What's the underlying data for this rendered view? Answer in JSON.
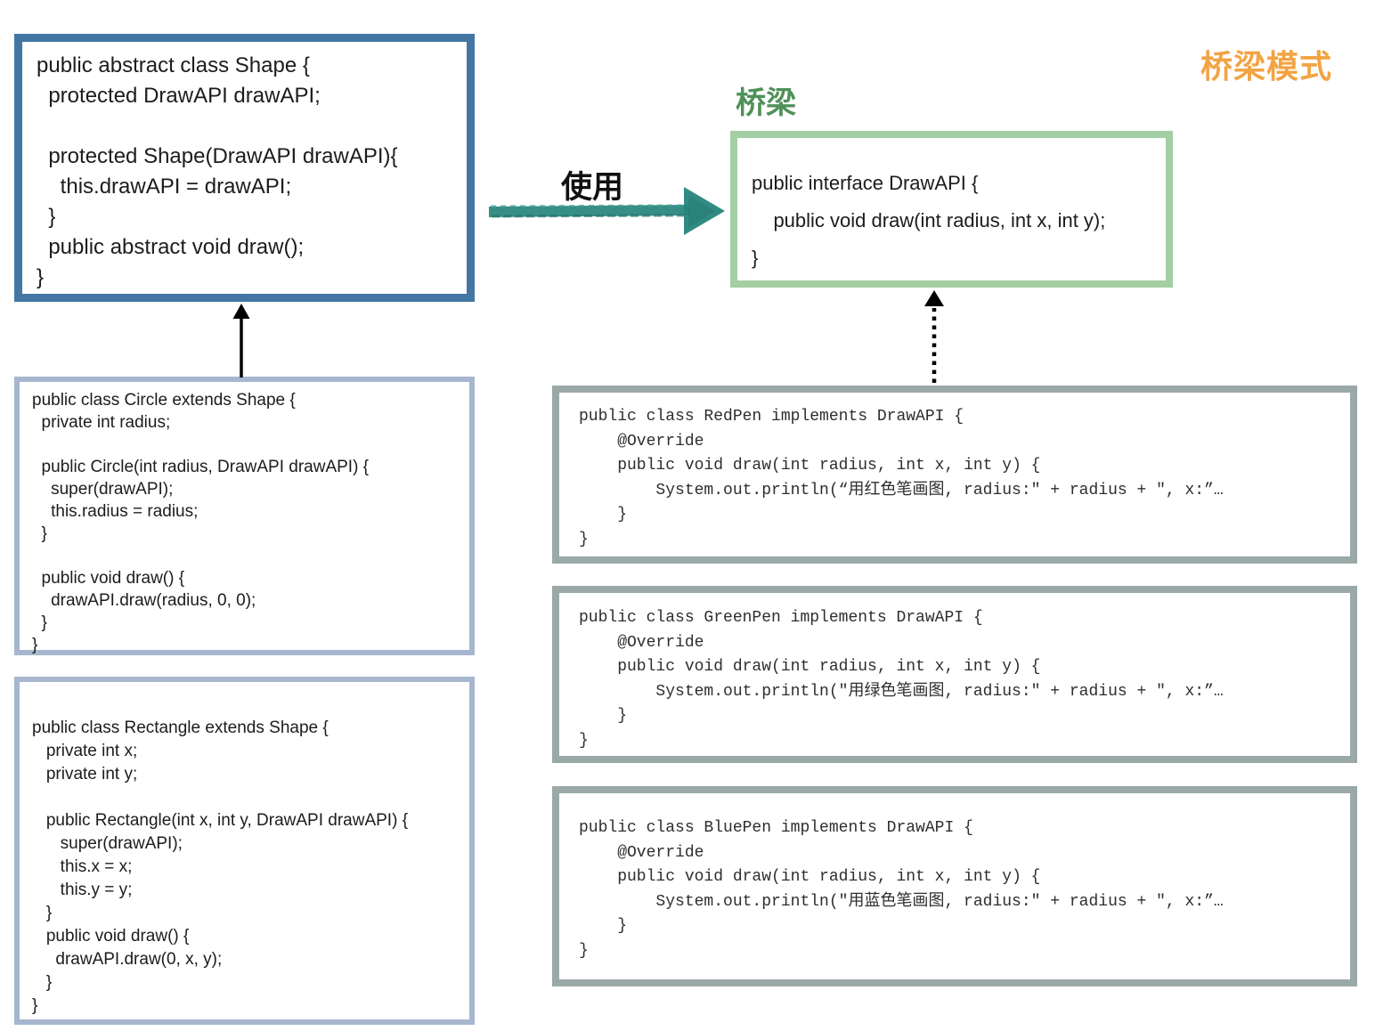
{
  "labels": {
    "pattern_title": "桥梁模式",
    "bridge": "桥梁",
    "use": "使用"
  },
  "boxes": {
    "shape": {
      "code": "public abstract class Shape {\n  protected DrawAPI drawAPI;\n\n  protected Shape(DrawAPI drawAPI){\n    this.drawAPI = drawAPI;\n  }\n  public abstract void draw();\n}"
    },
    "drawapi": {
      "code": "public interface DrawAPI {\n    public void draw(int radius, int x, int y);\n}"
    },
    "circle": {
      "code": "public class Circle extends Shape {\n  private int radius;\n\n  public Circle(int radius, DrawAPI drawAPI) {\n    super(drawAPI);\n    this.radius = radius;\n  }\n\n  public void draw() {\n    drawAPI.draw(radius, 0, 0);\n  }\n}"
    },
    "rectangle": {
      "code": "public class Rectangle extends Shape {\n   private int x;\n   private int y;\n\n   public Rectangle(int x, int y, DrawAPI drawAPI) {\n      super(drawAPI);\n      this.x = x;\n      this.y = y;\n   }\n   public void draw() {\n     drawAPI.draw(0, x, y);\n   }\n}"
    },
    "red_pen": {
      "code": "public class RedPen implements DrawAPI {\n    @Override\n    public void draw(int radius, int x, int y) {\n        System.out.println(“用红色笔画图, radius:\" + radius + \", x:”…\n    }\n}"
    },
    "green_pen": {
      "code": "public class GreenPen implements DrawAPI {\n    @Override\n    public void draw(int radius, int x, int y) {\n        System.out.println(\"用绿色笔画图, radius:\" + radius + \", x:”…\n    }\n}"
    },
    "blue_pen": {
      "code": "public class BluePen implements DrawAPI {\n    @Override\n    public void draw(int radius, int x, int y) {\n        System.out.println(\"用蓝色笔画图, radius:\" + radius + \", x:”…\n    }\n}"
    }
  },
  "colors": {
    "pattern_title_text": "#f2a444",
    "bridge_label_text": "#4f9159",
    "abstraction_border": "#4376a3",
    "refined_abstraction_border": "#a6b6ce",
    "implementor_border": "#a3cfa3",
    "concrete_implementor_border": "#9ba8a8",
    "use_arrow": "#27857c",
    "inheritance_arrow": "#000000"
  }
}
